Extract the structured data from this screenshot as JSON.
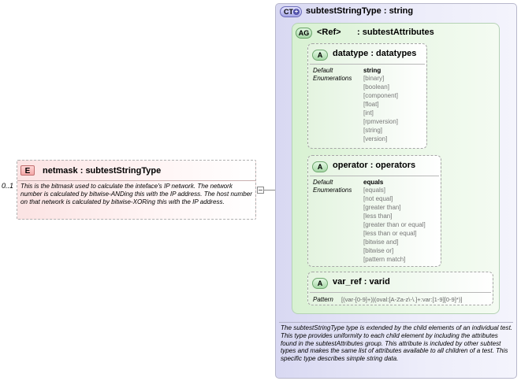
{
  "element": {
    "occurrence": "0..1",
    "badge": "E",
    "name": "netmask",
    "type": "subtestStringType",
    "documentation": "This is the bitmask used to calculate the inteface's IP network.  The network number is calculated by bitwise-ANDing this with the IP address. The host number on that network is calculated by bitwise-XORing this with the IP address."
  },
  "complex_type": {
    "badge": "CT",
    "name": "subtestStringType",
    "base": "string",
    "documentation": "The subtestStringType type is extended by the child elements of an individual test.  This type provides uniformity to each child element by including the attributes found in the subtestAttributes group.  This attribute is included by other subtest types and makes the same list of attributes available to all children of a test.  This specific type describes simple string data."
  },
  "attribute_group": {
    "badge": "AG",
    "ref_label": "<Ref>",
    "name": "subtestAttributes"
  },
  "attributes": [
    {
      "badge": "A",
      "name": "datatype",
      "type": "datatypes",
      "default_label": "Default",
      "default": "string",
      "enum_label": "Enumerations",
      "enumerations": [
        "[binary]",
        "[boolean]",
        "[component]",
        "[float]",
        "[int]",
        "[rpmversion]",
        "[string]",
        "[version]"
      ]
    },
    {
      "badge": "A",
      "name": "operator",
      "type": "operators",
      "default_label": "Default",
      "default": "equals",
      "enum_label": "Enumerations",
      "enumerations": [
        "[equals]",
        "[not equal]",
        "[greater than]",
        "[less than]",
        "[greater than or equal]",
        "[less than or equal]",
        "[bitwise and]",
        "[bitwise or]",
        "[pattern match]"
      ]
    },
    {
      "badge": "A",
      "name": "var_ref",
      "type": "varid",
      "pattern_label": "Pattern",
      "pattern": "[(var-[0-9]+)|(oval:[A-Za-z\\-\\.]+:var:[1-9][0-9]*)]"
    }
  ],
  "colors": {
    "element_fill": "#fbe3e3",
    "complex_type_fill": "#d8d8f2",
    "group_fill": "#d8f1d2",
    "attribute_fill": "#e4f4e0",
    "enum_text": "#777777"
  }
}
